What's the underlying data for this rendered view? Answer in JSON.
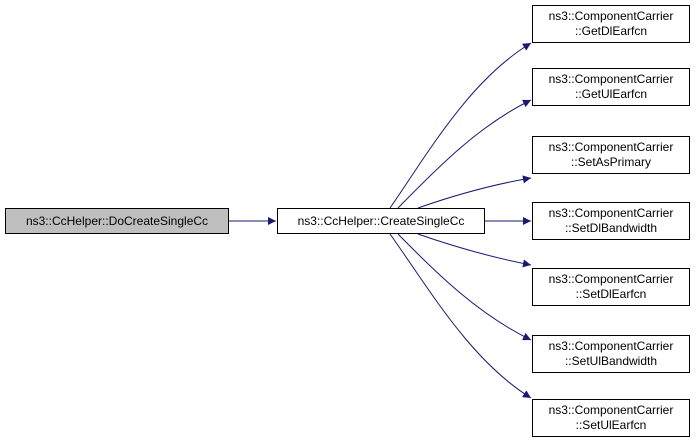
{
  "colors": {
    "edge": "#191970",
    "root_fill": "#bfbfbf",
    "node_fill": "#ffffff",
    "border": "#000000"
  },
  "nodes": {
    "root": {
      "line1": "ns3::CcHelper::DoCreateSingleCc"
    },
    "middle": {
      "line1": "ns3::CcHelper::CreateSingleCc"
    },
    "targets": [
      {
        "line1": "ns3::ComponentCarrier",
        "line2": "::GetDlEarfcn"
      },
      {
        "line1": "ns3::ComponentCarrier",
        "line2": "::GetUlEarfcn"
      },
      {
        "line1": "ns3::ComponentCarrier",
        "line2": "::SetAsPrimary"
      },
      {
        "line1": "ns3::ComponentCarrier",
        "line2": "::SetDlBandwidth"
      },
      {
        "line1": "ns3::ComponentCarrier",
        "line2": "::SetDlEarfcn"
      },
      {
        "line1": "ns3::ComponentCarrier",
        "line2": "::SetUlBandwidth"
      },
      {
        "line1": "ns3::ComponentCarrier",
        "line2": "::SetUlEarfcn"
      }
    ]
  }
}
